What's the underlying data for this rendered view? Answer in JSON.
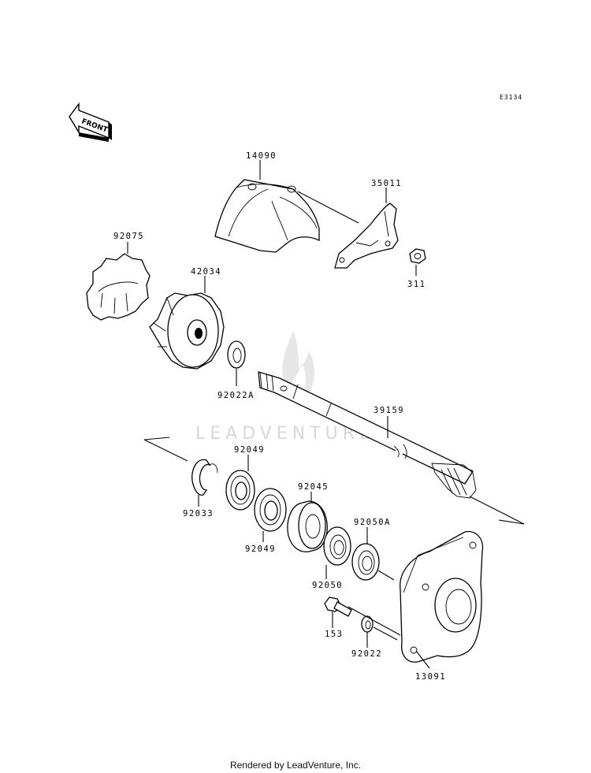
{
  "diagram": {
    "ref_code": "E3134",
    "front_label": "FRONT",
    "watermark": "LEADVENTURE",
    "footer": "Rendered by LeadVenture, Inc.",
    "parts": {
      "p14090": "14090",
      "p35011": "35011",
      "p311": "311",
      "p92075": "92075",
      "p42034": "42034",
      "p92022A": "92022A",
      "p39159": "39159",
      "p92049_top": "92049",
      "p92049_bottom": "92049",
      "p92033": "92033",
      "p92045": "92045",
      "p92050A": "92050A",
      "p92050": "92050",
      "p153": "153",
      "p92022": "92022",
      "p13091": "13091"
    }
  }
}
